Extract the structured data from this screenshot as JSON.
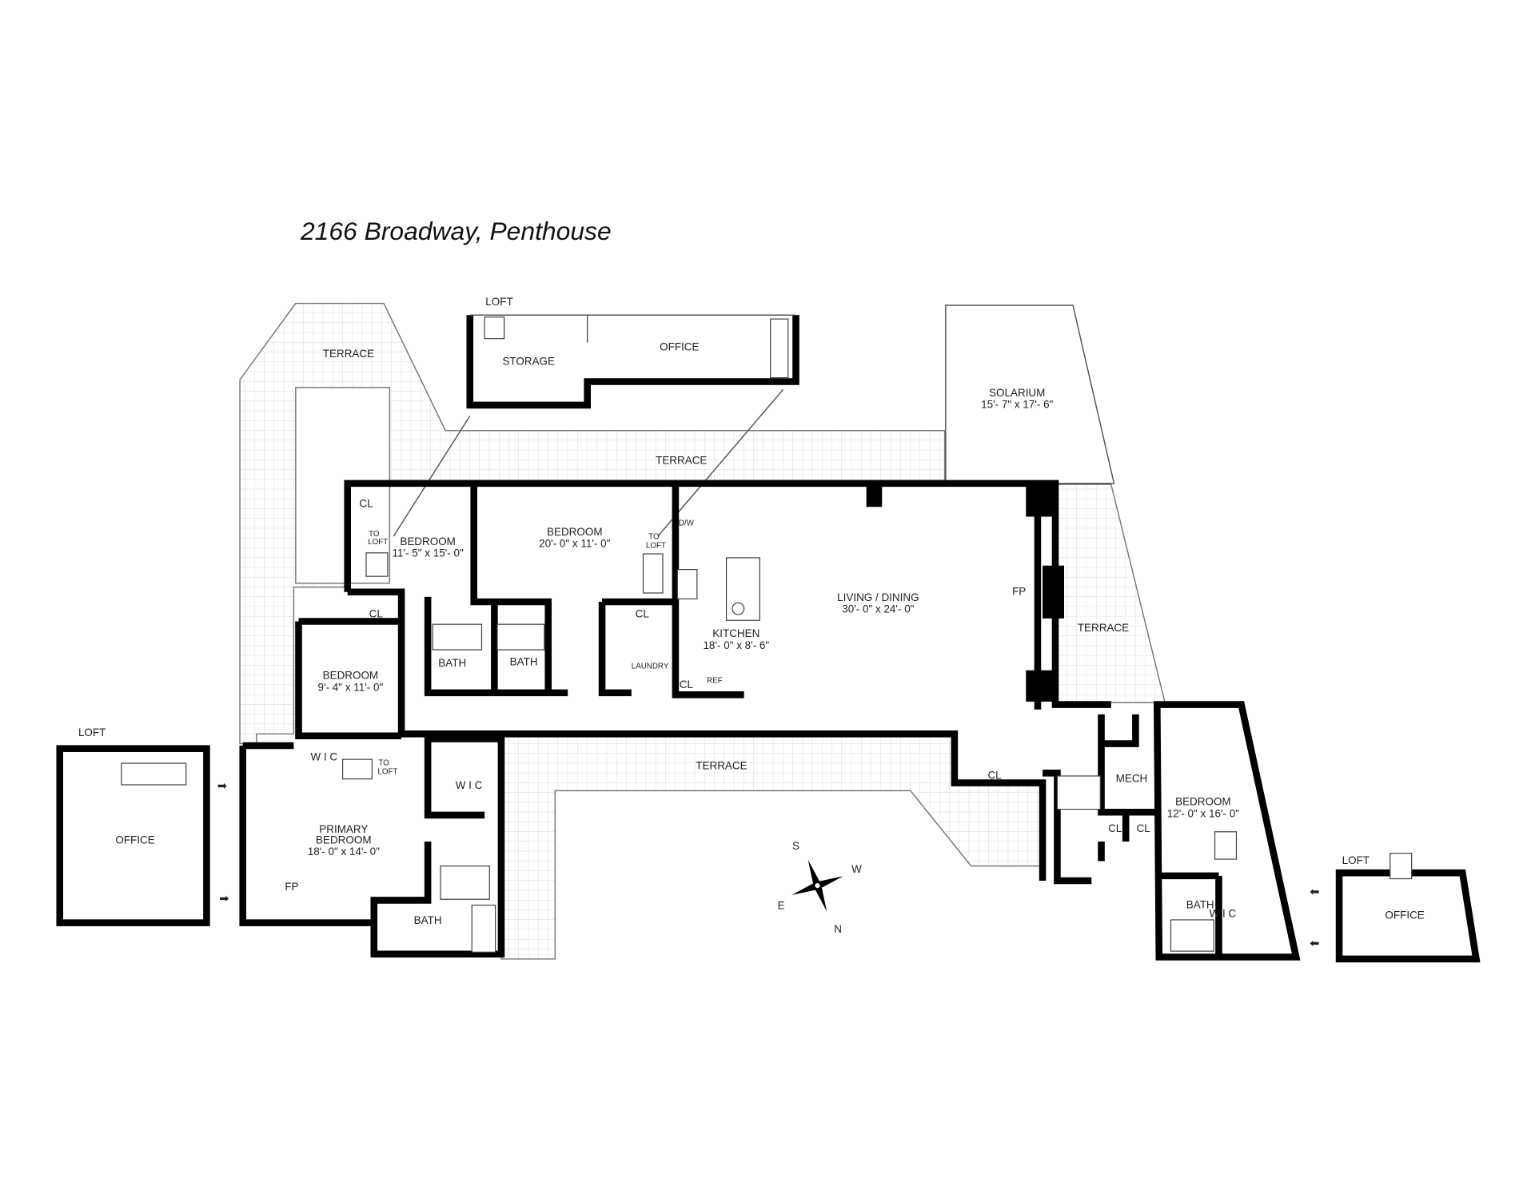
{
  "title": "2166 Broadway, Penthouse",
  "colors": {
    "walls": "#000000",
    "terrace_grid": "#d9d9d9",
    "text": "#222222"
  },
  "loft_top": {
    "label": "LOFT",
    "rooms": [
      "STORAGE",
      "OFFICE"
    ]
  },
  "terraces": [
    "TERRACE",
    "TERRACE",
    "TERRACE",
    "TERRACE"
  ],
  "solarium": {
    "name": "SOLARIUM",
    "size": "15'- 7\" x 17'- 6\""
  },
  "rooms": {
    "bedroom_a": {
      "name": "BEDROOM",
      "size": "11'- 5\" x 15'- 0\""
    },
    "bedroom_b": {
      "name": "BEDROOM",
      "size": "20'- 0\" x 11'- 0\""
    },
    "bedroom_c": {
      "name": "BEDROOM",
      "size": "9'- 4\" x 11'- 0\""
    },
    "living": {
      "name": "LIVING / DINING",
      "size": "30'- 0\" x 24'- 0\""
    },
    "kitchen": {
      "name": "KITCHEN",
      "size": "18'- 0\" x 8'- 6\""
    },
    "primary": {
      "name1": "PRIMARY",
      "name2": "BEDROOM",
      "size": "18'- 0\" x 14'- 0\""
    },
    "bedroom_d": {
      "name": "BEDROOM",
      "size": "12'- 0\" x 16'- 0\""
    }
  },
  "small_labels": {
    "cl": "CL",
    "to": "TO",
    "loft": "LOFT",
    "dw": "D/W",
    "fp": "FP",
    "bath": "BATH",
    "laundry": "LAUNDRY",
    "ref": "REF",
    "wic": "W I C",
    "mech": "MECH"
  },
  "loft_left": {
    "label": "LOFT",
    "room": "OFFICE"
  },
  "loft_right": {
    "label": "LOFT",
    "room": "OFFICE"
  },
  "compass": {
    "s": "S",
    "w": "W",
    "e": "E",
    "n": "N"
  }
}
